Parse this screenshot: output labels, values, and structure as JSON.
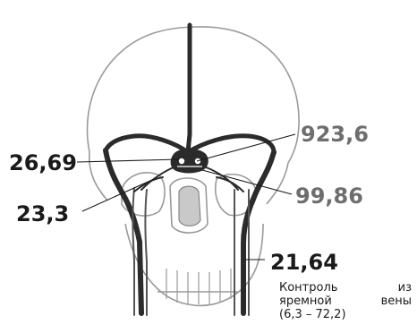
{
  "labels": {
    "top_right": "923,6",
    "left_upper": "26,69",
    "right_mid": "99,86",
    "left_lower": "23,3",
    "right_lower": "21,64"
  },
  "note": {
    "line1": "Контроль из",
    "line2": "яремной вены",
    "line3": "(6,3 – 72,2)"
  },
  "colors": {
    "vessel": "#2b2b2b",
    "skull_outline": "#9a9a9a",
    "label_dark": "#1a1a1a",
    "label_grey": "#6e6e6e"
  }
}
